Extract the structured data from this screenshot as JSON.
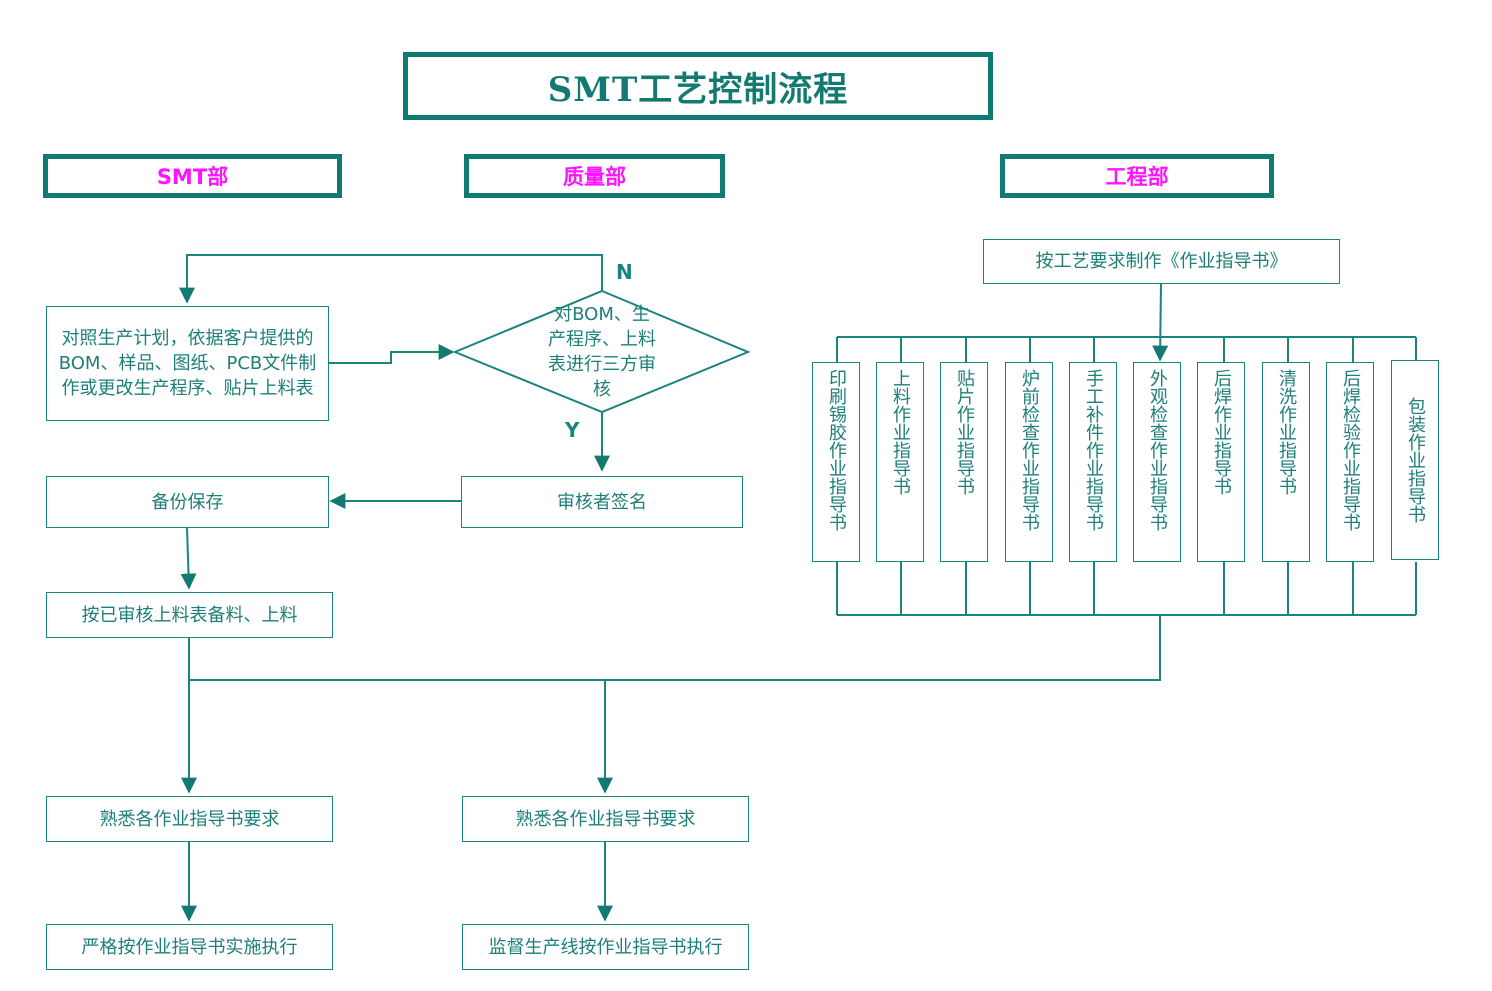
{
  "title": "SMT工艺控制流程",
  "departments": {
    "smt": "SMT部",
    "quality": "质量部",
    "engineering": "工程部"
  },
  "colors": {
    "frame": "#0f7a72",
    "line": "#1a857d",
    "text": "#1d7f78",
    "department_text": "#ff14ff"
  },
  "smt_flow": {
    "prepare_program": "对照生产计划，依据客户提供的BOM、样品、图纸、PCB文件制作或更改生产程序、贴片上料表",
    "backup": "备份保存",
    "load_materials": "按已审核上料表备料、上料",
    "familiarize": "熟悉各作业指导书要求",
    "execute": "严格按作业指导书实施执行"
  },
  "quality_flow": {
    "decision": "对BOM、生产程序、上料表进行三方审核",
    "decision_no": "N",
    "decision_yes": "Y",
    "sign": "审核者签名",
    "familiarize": "熟悉各作业指导书要求",
    "supervise": "监督生产线按作业指导书执行"
  },
  "engineering_flow": {
    "make_instructions": "按工艺要求制作《作业指导书》",
    "instructions": [
      "印刷锡胶作业指导书",
      "上料作业指导书",
      "贴片作业指导书",
      "炉前检查作业指导书",
      "手工补件作业指导书",
      "外观检查作业指导书",
      "后焊作业指导书",
      "清洗作业指导书",
      "后焊检验作业指导书",
      "包装作业指导书"
    ]
  }
}
